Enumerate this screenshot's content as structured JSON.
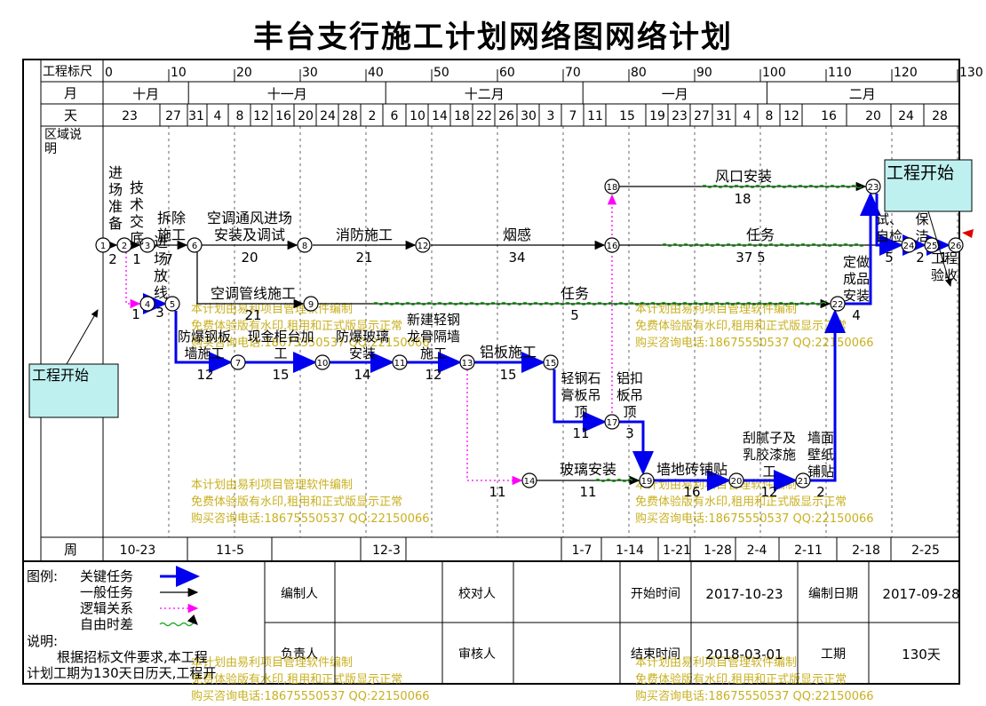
{
  "title": "丰台支行施工计划网络图网络计划",
  "header": {
    "scale_label": "工程标尺",
    "month_label": "月",
    "day_label": "天",
    "area_label": "区域说明",
    "week_label": "周"
  },
  "scale_ticks": [
    "0",
    "10",
    "20",
    "30",
    "40",
    "50",
    "60",
    "70",
    "80",
    "90",
    "100",
    "110",
    "120",
    "130"
  ],
  "months": [
    "十月",
    "十一月",
    "十二月",
    "一月",
    "二月"
  ],
  "days": [
    "23",
    "27",
    "31",
    "4",
    "8",
    "12",
    "16",
    "20",
    "24",
    "28",
    "2",
    "6",
    "10",
    "14",
    "18",
    "22",
    "26",
    "30",
    "3",
    "7",
    "11",
    "15",
    "19",
    "23",
    "27",
    "31",
    "4",
    "8",
    "12",
    "16",
    "20",
    "24",
    "28"
  ],
  "weeks": [
    "10-23",
    "11-5",
    "12-3",
    "1-7",
    "1-14",
    "1-21",
    "1-28",
    "2-4",
    "2-11",
    "2-18",
    "2-25"
  ],
  "annotations": [
    "工程开始",
    "工程开始"
  ],
  "nodes": [
    "1",
    "2",
    "3",
    "4",
    "5",
    "6",
    "7",
    "8",
    "9",
    "10",
    "11",
    "12",
    "13",
    "14",
    "15",
    "16",
    "17",
    "18",
    "19",
    "20",
    "21",
    "22",
    "23",
    "24",
    "25",
    "26"
  ],
  "tasks": [
    {
      "name": "进场准备",
      "dur": "2"
    },
    {
      "name": "技术交底",
      "dur": "1"
    },
    {
      "name": "拆除施工",
      "dur": "7"
    },
    {
      "name": "进场放线",
      "dur": "3"
    },
    {
      "name": "空调通风进场安装及调试",
      "dur": "20"
    },
    {
      "name": "消防施工",
      "dur": "21"
    },
    {
      "name": "烟感",
      "dur": "34"
    },
    {
      "name": "任务",
      "dur": "37 5"
    },
    {
      "name": "空调管线施工",
      "dur": "21"
    },
    {
      "name": "任务",
      "dur": "5"
    },
    {
      "name": "防爆钢板墙施工",
      "dur": "12"
    },
    {
      "name": "现金柜台加工",
      "dur": "15"
    },
    {
      "name": "防爆玻璃安装",
      "dur": "14"
    },
    {
      "name": "新建轻钢龙骨隔墙施工",
      "dur": "12"
    },
    {
      "name": "铝板施工",
      "dur": "15"
    },
    {
      "name": "轻钢石膏板吊顶",
      "dur": "11"
    },
    {
      "name": "铝扣板吊顶",
      "dur": "3"
    },
    {
      "name": "风口安装",
      "dur": "18"
    },
    {
      "name": "玻璃安装",
      "dur": "11"
    },
    {
      "name": "墙地砖铺贴",
      "dur": "16"
    },
    {
      "name": "刮腻子及乳胶漆施工",
      "dur": "12"
    },
    {
      "name": "墙面壁纸铺贴",
      "dur": "2"
    },
    {
      "name": "定做成品安装",
      "dur": "4"
    },
    {
      "name": "试、自检",
      "dur": "5"
    },
    {
      "name": "保洁",
      "dur": "2"
    },
    {
      "name": "工程验收",
      "dur": "1"
    }
  ],
  "logic_labels": [
    "1",
    "11"
  ],
  "legend": {
    "title": "图例:",
    "items": [
      "关键任务",
      "一般任务",
      "逻辑关系",
      "自由时差"
    ]
  },
  "notes": {
    "label": "说明:",
    "line1": "根据招标文件要求,本工程",
    "line2": "计划工期为130天日历天,工程开"
  },
  "info_table": {
    "compiler_label": "编制人",
    "checker_label": "校对人",
    "start_label": "开始时间",
    "start_value": "2017-10-23",
    "date_label": "编制日期",
    "date_value": "2017-09-28",
    "owner_label": "负责人",
    "reviewer_label": "审核人",
    "end_label": "结束时间",
    "end_value": "2018-03-01",
    "period_label": "工期",
    "period_value": "130天"
  },
  "watermark": {
    "line1": "本计划由易利项目管理软件编制",
    "line2": "免费体验版有水印,租用和正式版显示正常",
    "line3": "购买咨询电话:18675550537 QQ:22150066"
  },
  "colors": {
    "critical": "#0000ee",
    "normal": "#000000",
    "logic": "#ff00ff",
    "float": "#22aa22",
    "note_bg": "#bff0f0"
  }
}
